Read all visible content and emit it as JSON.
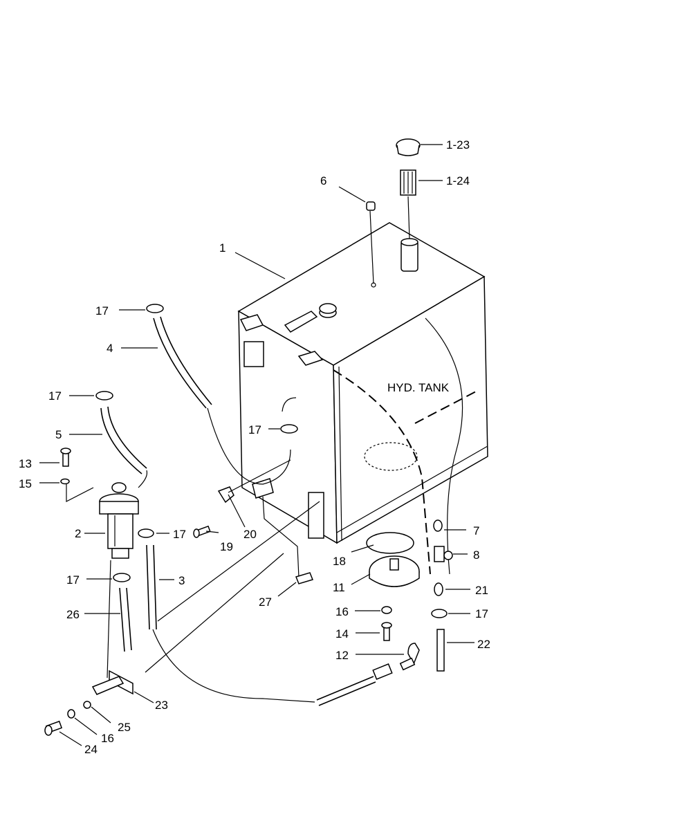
{
  "tank_label": "HYD. TANK",
  "callouts": [
    {
      "id": "c-1-23",
      "text": "1-23"
    },
    {
      "id": "c-1-24",
      "text": "1-24"
    },
    {
      "id": "c-6",
      "text": "6"
    },
    {
      "id": "c-1",
      "text": "1"
    },
    {
      "id": "c-17a",
      "text": "17"
    },
    {
      "id": "c-4",
      "text": "4"
    },
    {
      "id": "c-17b",
      "text": "17"
    },
    {
      "id": "c-5",
      "text": "5"
    },
    {
      "id": "c-17c",
      "text": "17"
    },
    {
      "id": "c-13",
      "text": "13"
    },
    {
      "id": "c-15",
      "text": "15"
    },
    {
      "id": "c-2",
      "text": "2"
    },
    {
      "id": "c-17d",
      "text": "17"
    },
    {
      "id": "c-19",
      "text": "19"
    },
    {
      "id": "c-20",
      "text": "20"
    },
    {
      "id": "c-17e",
      "text": "17"
    },
    {
      "id": "c-3",
      "text": "3"
    },
    {
      "id": "c-26",
      "text": "26"
    },
    {
      "id": "c-7",
      "text": "7"
    },
    {
      "id": "c-8",
      "text": "8"
    },
    {
      "id": "c-18",
      "text": "18"
    },
    {
      "id": "c-11",
      "text": "11"
    },
    {
      "id": "c-21",
      "text": "21"
    },
    {
      "id": "c-27",
      "text": "27"
    },
    {
      "id": "c-16a",
      "text": "16"
    },
    {
      "id": "c-17f",
      "text": "17"
    },
    {
      "id": "c-14",
      "text": "14"
    },
    {
      "id": "c-22",
      "text": "22"
    },
    {
      "id": "c-12",
      "text": "12"
    },
    {
      "id": "c-23",
      "text": "23"
    },
    {
      "id": "c-25",
      "text": "25"
    },
    {
      "id": "c-16b",
      "text": "16"
    },
    {
      "id": "c-24",
      "text": "24"
    }
  ]
}
